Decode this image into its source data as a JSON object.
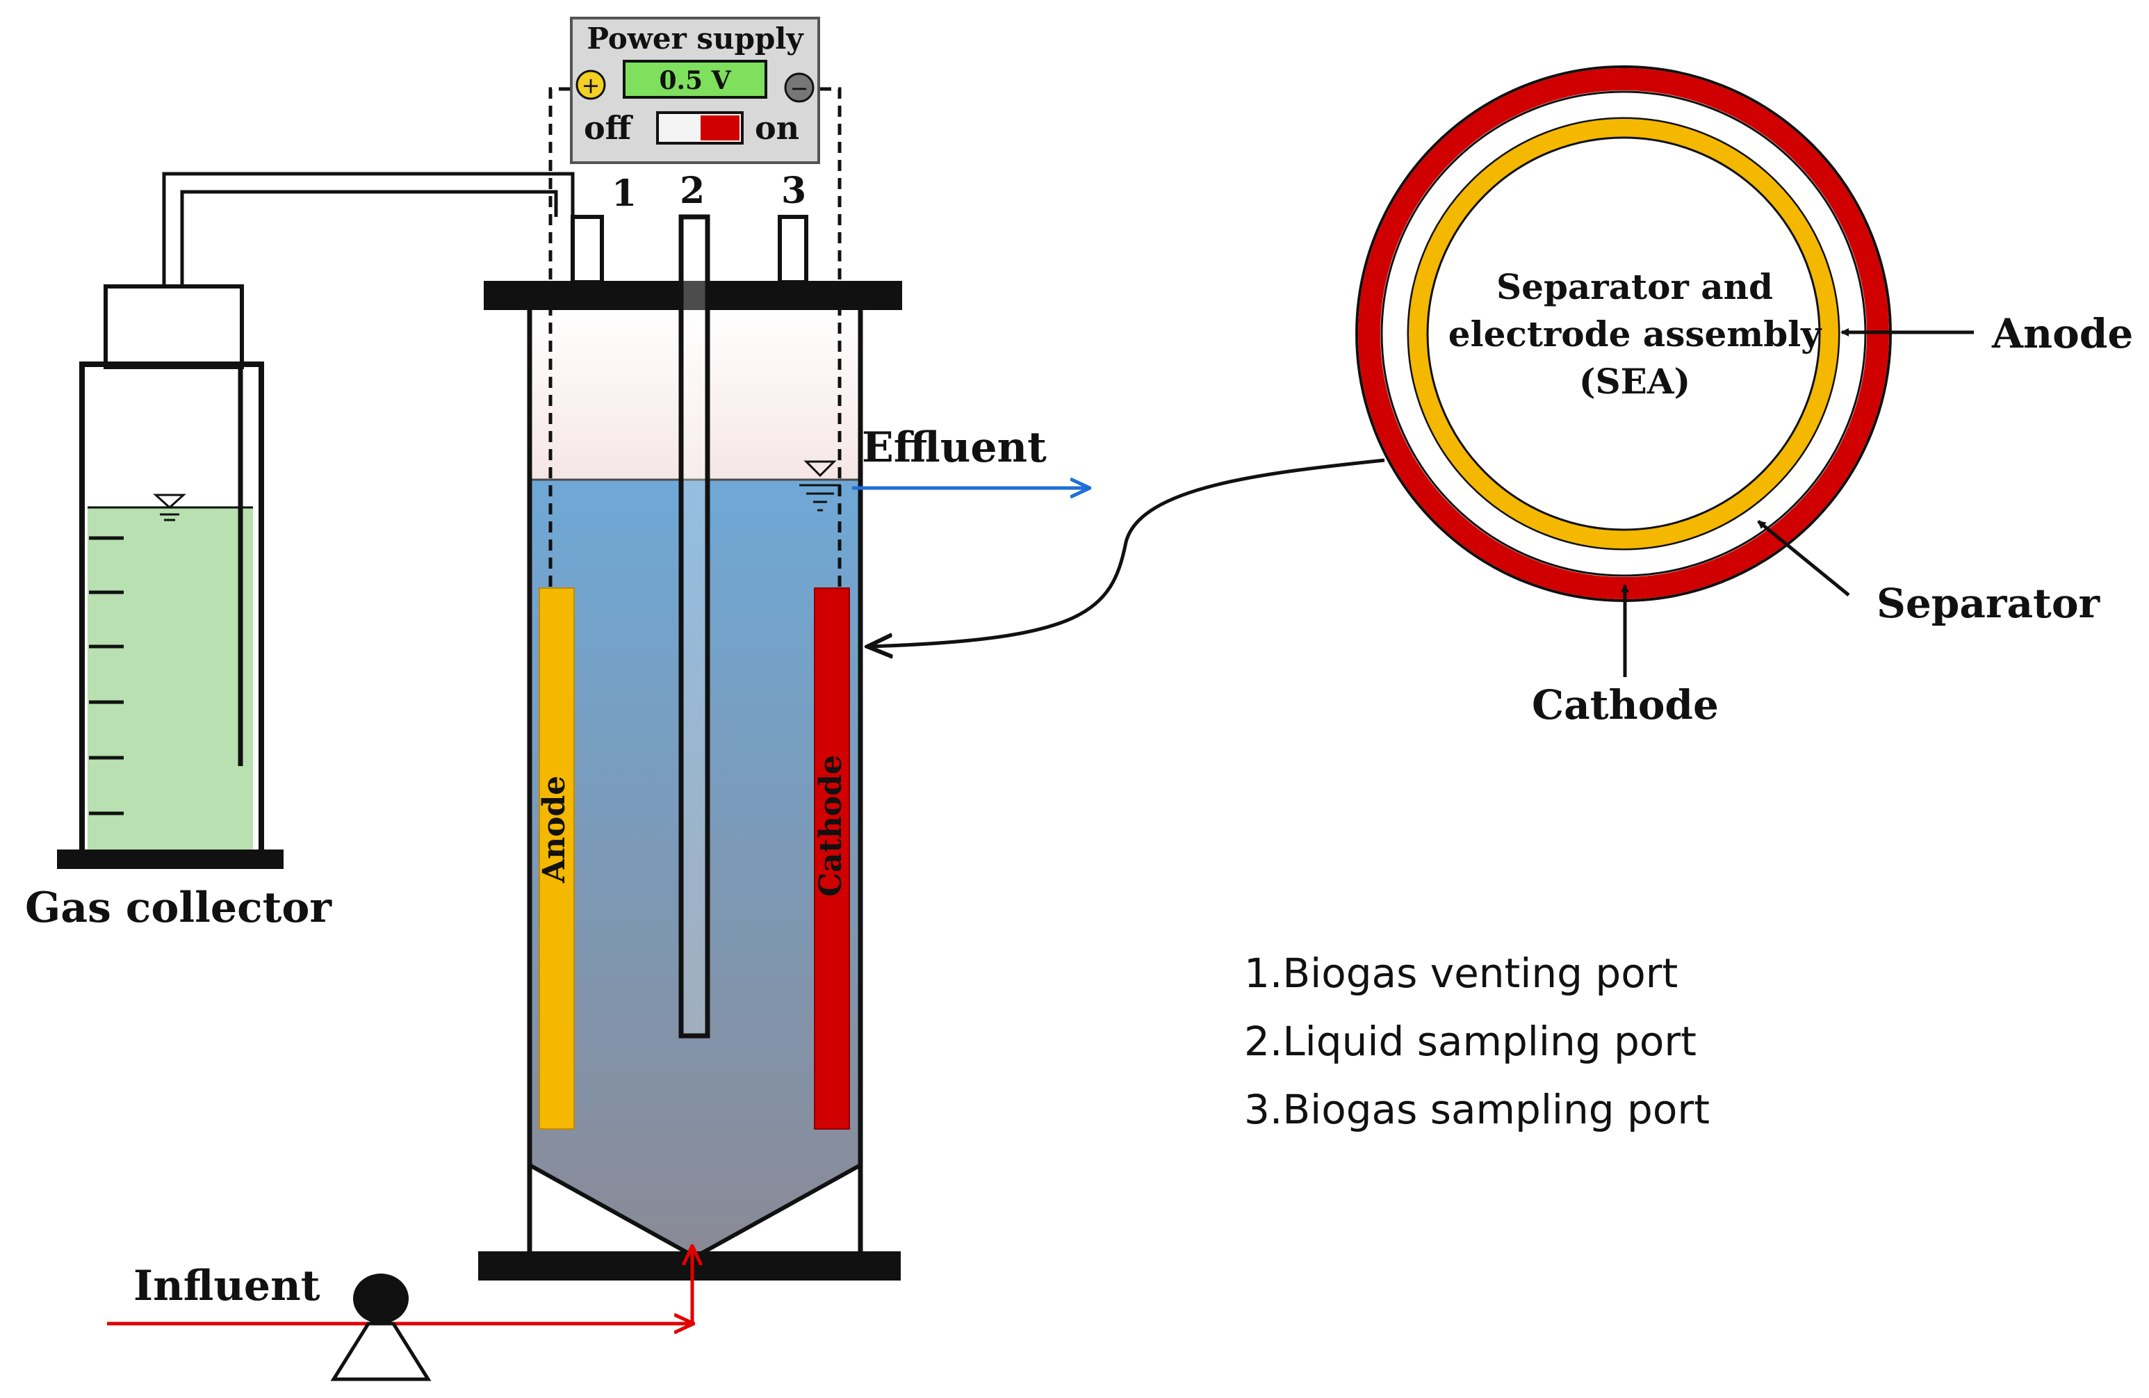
{
  "power_supply": {
    "title": "Power supply",
    "voltage": "0.5 V",
    "off_label": "off",
    "on_label": "on",
    "switch_state": "on",
    "plus_symbol": "+",
    "minus_symbol": "−"
  },
  "ports": [
    "1",
    "2",
    "3"
  ],
  "labels": {
    "gas_collector": "Gas collector",
    "effluent": "Effluent",
    "influent": "Influent",
    "anode_electrode": "Anode",
    "cathode_electrode": "Cathode"
  },
  "sea": {
    "line1": "Separator and",
    "line2": "electrode assembly",
    "line3": "(SEA)",
    "anode": "Anode",
    "separator": "Separator",
    "cathode": "Cathode"
  },
  "legend": [
    "1.Biogas venting port",
    "2.Liquid sampling port",
    "3.Biogas sampling port"
  ],
  "colors": {
    "anode": "#f5b800",
    "cathode": "#d10000",
    "liquid_top": "#6fa8d6",
    "liquid_bottom": "#8a8a96",
    "collector_liquid": "#b8e0b0",
    "display_green": "#7ee05c",
    "influent_line": "#e00000",
    "effluent_line": "#1e6fd9"
  }
}
